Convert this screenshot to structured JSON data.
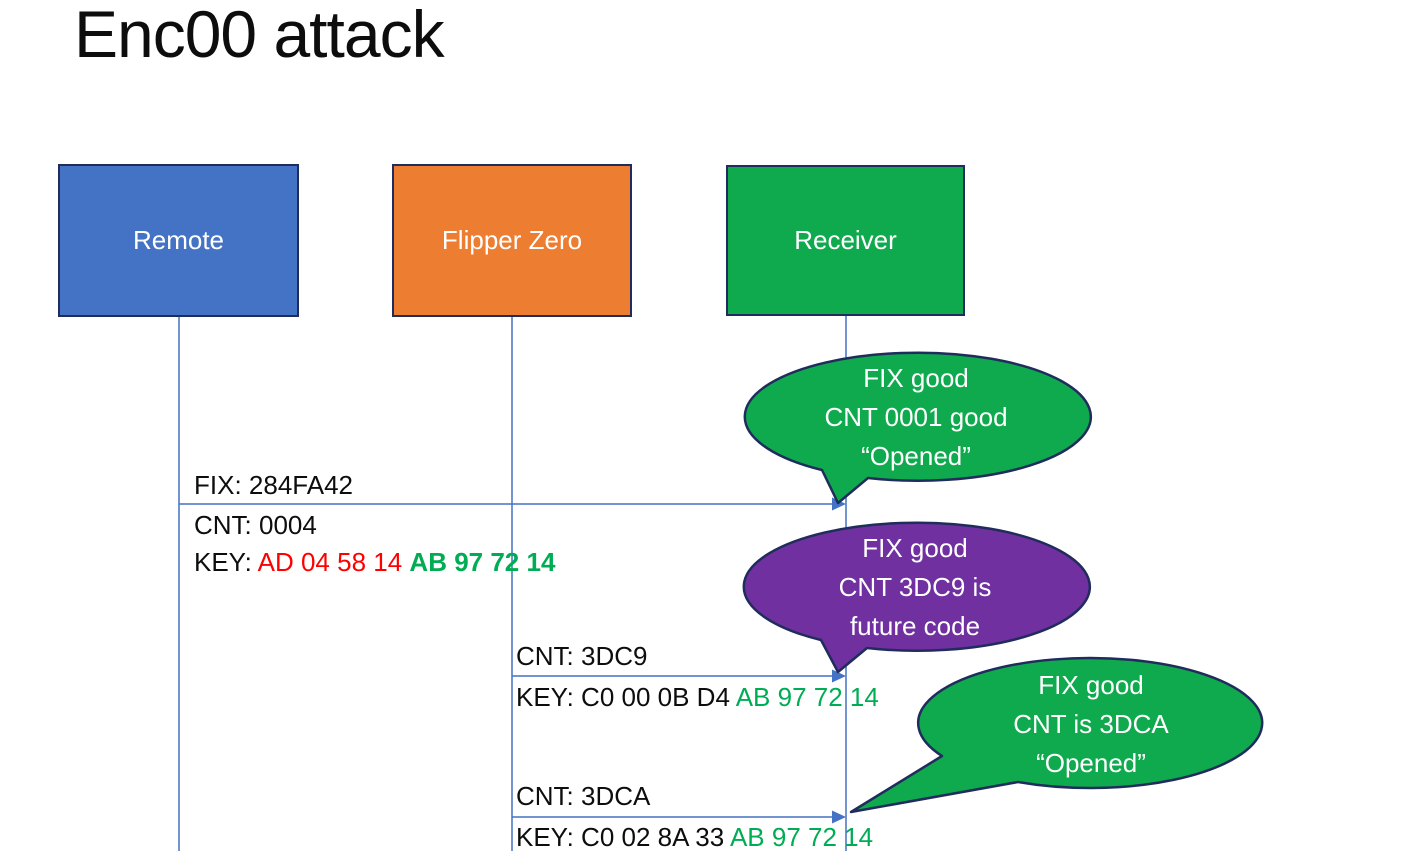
{
  "title": "Enc00 attack",
  "colors": {
    "remote_fill": "#4472C4",
    "flipper_fill": "#ED7D31",
    "receiver_fill": "#0FAA4D",
    "callout_green": "#0FAA4D",
    "callout_purple": "#7030A0",
    "shape_outline": "#1F2C5C",
    "line_blue": "#4472C4",
    "key_red": "#FF0000",
    "key_green": "#00AC54",
    "text_black": "#0D0D0D",
    "text_white": "#FFFFFF"
  },
  "actors": [
    {
      "label": "Remote"
    },
    {
      "label": "Flipper Zero"
    },
    {
      "label": "Receiver"
    }
  ],
  "messages": [
    {
      "from": "Remote",
      "to": "Receiver",
      "label_above": "FIX: 284FA42",
      "label_below": "CNT: 0004",
      "key_prefix": "KEY:",
      "key_red": "AD 04 58 14",
      "key_green": "AB 97 72 14"
    },
    {
      "from": "Flipper Zero",
      "to": "Receiver",
      "label_above": "CNT: 3DC9",
      "key_prefix": "KEY: C0 00 0B D4",
      "key_green": "AB 97 72 14"
    },
    {
      "from": "Flipper Zero",
      "to": "Receiver",
      "label_above": "CNT: 3DCA",
      "key_prefix": "KEY: C0 02 8A 33",
      "key_green": "AB 97 72 14"
    }
  ],
  "callouts": [
    {
      "color": "green",
      "lines": [
        "FIX good",
        "CNT 0001 good",
        "“Opened”"
      ]
    },
    {
      "color": "purple",
      "lines": [
        "FIX good",
        "CNT 3DC9 is",
        "future code"
      ]
    },
    {
      "color": "green",
      "lines": [
        "FIX good",
        "CNT is 3DCA",
        "“Opened”"
      ]
    }
  ]
}
